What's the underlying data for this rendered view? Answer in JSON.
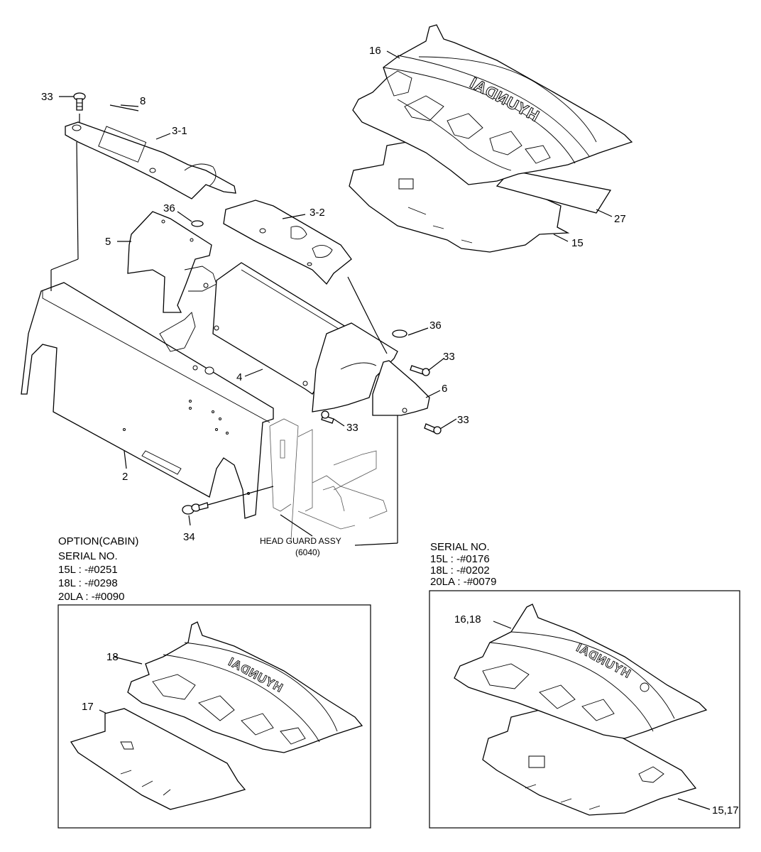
{
  "callouts": {
    "c33_top": "33",
    "c8": "8",
    "c3_1": "3-1",
    "c36_left": "36",
    "c3_2": "3-2",
    "c5": "5",
    "c4": "4",
    "c2": "2",
    "c34": "34",
    "c16": "16",
    "c27": "27",
    "c15": "15",
    "c36_right": "36",
    "c33_r1": "33",
    "c6": "6",
    "c33_mid": "33",
    "c33_r2": "33",
    "c18": "18",
    "c17": "17",
    "c16_18": "16,18",
    "c15_17": "15,17"
  },
  "head_guard": {
    "line1": "HEAD GUARD ASSY",
    "line2": "(6040)"
  },
  "option_left": {
    "title": "OPTION(CABIN)",
    "serial_label": "SERIAL NO.",
    "rows": [
      "15L : -#0251",
      "18L : -#0298",
      "20LA : -#0090"
    ]
  },
  "option_right": {
    "serial_label": "SERIAL NO.",
    "rows": [
      "15L : -#0176",
      "18L : -#0202",
      "20LA : -#0079"
    ]
  },
  "logo_text": "HYUNDAI"
}
